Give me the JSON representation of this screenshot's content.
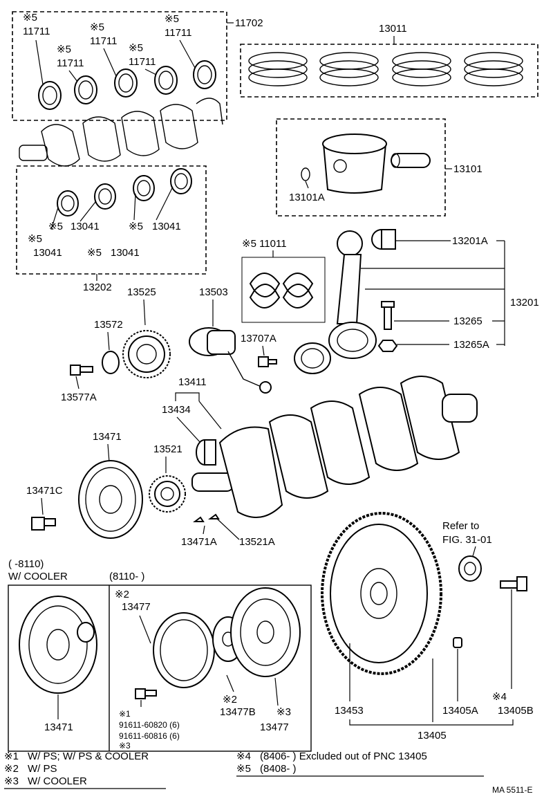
{
  "labels": {
    "p11702": "11702",
    "p13011": "13011",
    "p13101": "13101",
    "p13101a": "13101A",
    "p11711_a": "11711",
    "p11711_b": "11711",
    "p11711_c": "11711",
    "p11711_d": "11711",
    "p11711_e": "11711",
    "mark5": "※5",
    "p13041_a": "13041",
    "p13041_b": "13041",
    "p13041_c": "13041",
    "p13041_d": "13041",
    "p13202": "13202",
    "p11011": "※5 11011",
    "p13201a": "13201A",
    "p13201": "13201",
    "p13265": "13265",
    "p13265a": "13265A",
    "p13525": "13525",
    "p13503": "13503",
    "p13572": "13572",
    "p13707a": "13707A",
    "p13577a": "13577A",
    "p13411": "13411",
    "p13434": "13434",
    "p13471": "13471",
    "p13521": "13521",
    "p13471c": "13471C",
    "p13471a": "13471A",
    "p13521a": "13521A",
    "refer_line1": "Refer to",
    "refer_line2": "FIG. 31-01",
    "p13453": "13453",
    "p13405a": "13405A",
    "p13405b": "13405B",
    "p13405": "13405",
    "mark4": "※4",
    "box_left_date": "(      -8110)",
    "box_left_title": "W/ COOLER",
    "box_right_date": "(8110-        )",
    "mark2": "※2",
    "p13477_top": "13477",
    "p13471_bottom": "13471",
    "bolt_mark1": "※1",
    "bolt_1": "91611-60820 (6)",
    "bolt_2": "91611-60816 (6)",
    "bolt_mark3": "※3",
    "p13477b": "13477B",
    "p13477_bottom": "13477",
    "mark3": "※3"
  },
  "footnotes": [
    {
      "mark": "※1",
      "text": "W/ PS; W/ PS & COOLER"
    },
    {
      "mark": "※2",
      "text": "W/ PS"
    },
    {
      "mark": "※3",
      "text": "W/ COOLER"
    }
  ],
  "notes_right": [
    {
      "mark": "※4",
      "text": "(8406-        ) Excluded out of PNC 13405"
    },
    {
      "mark": "※5",
      "text": "(8408-        )"
    }
  ],
  "figure_code": "MA  5511-E"
}
